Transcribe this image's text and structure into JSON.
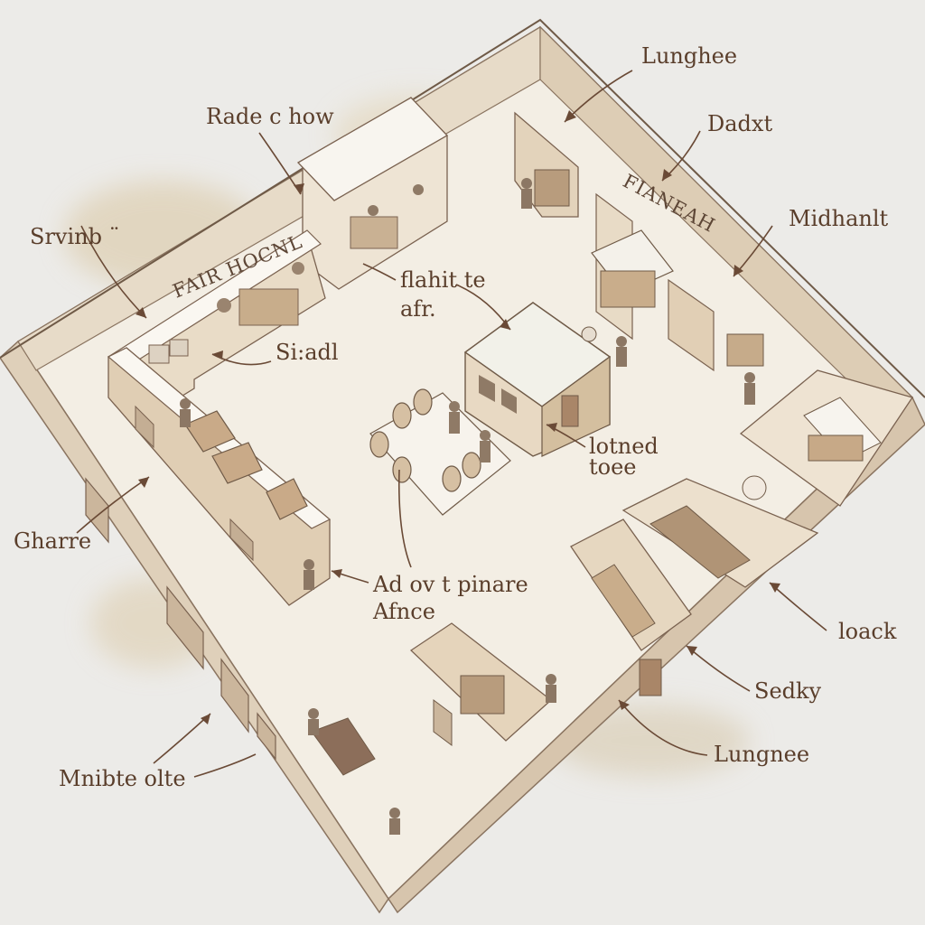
{
  "labels": {
    "lunghee_top": "Lunghee",
    "radechow": "Rade c how",
    "dadxt": "Dadxt",
    "midhanlt": "Midhanlt",
    "srvinb": "Srvinb ¨",
    "fair_hocnl": "FAIR HOCNL",
    "fianeah": "FIANEAH",
    "flahite": "flahit te",
    "afr": "afr.",
    "siadl": "Si:adl",
    "lotned": "lotned",
    "toee": "toee",
    "gharre": "Gharre",
    "ad_ov_pinare": "Ad ov t pinare",
    "afnce": "Afnce",
    "loack": "loack",
    "sedky": "Sedky",
    "lungnee_bottom": "Lungnee",
    "mnibte_olte": "Mnibte olte"
  },
  "colors": {
    "ink": "#5a3e2b",
    "paper": "#ecebe8",
    "floor": "#f2ede3",
    "wall_top": "#faf8f3",
    "wall_face": "#dccbb4",
    "wash": "#d8c29a",
    "wood": "#a98668"
  }
}
